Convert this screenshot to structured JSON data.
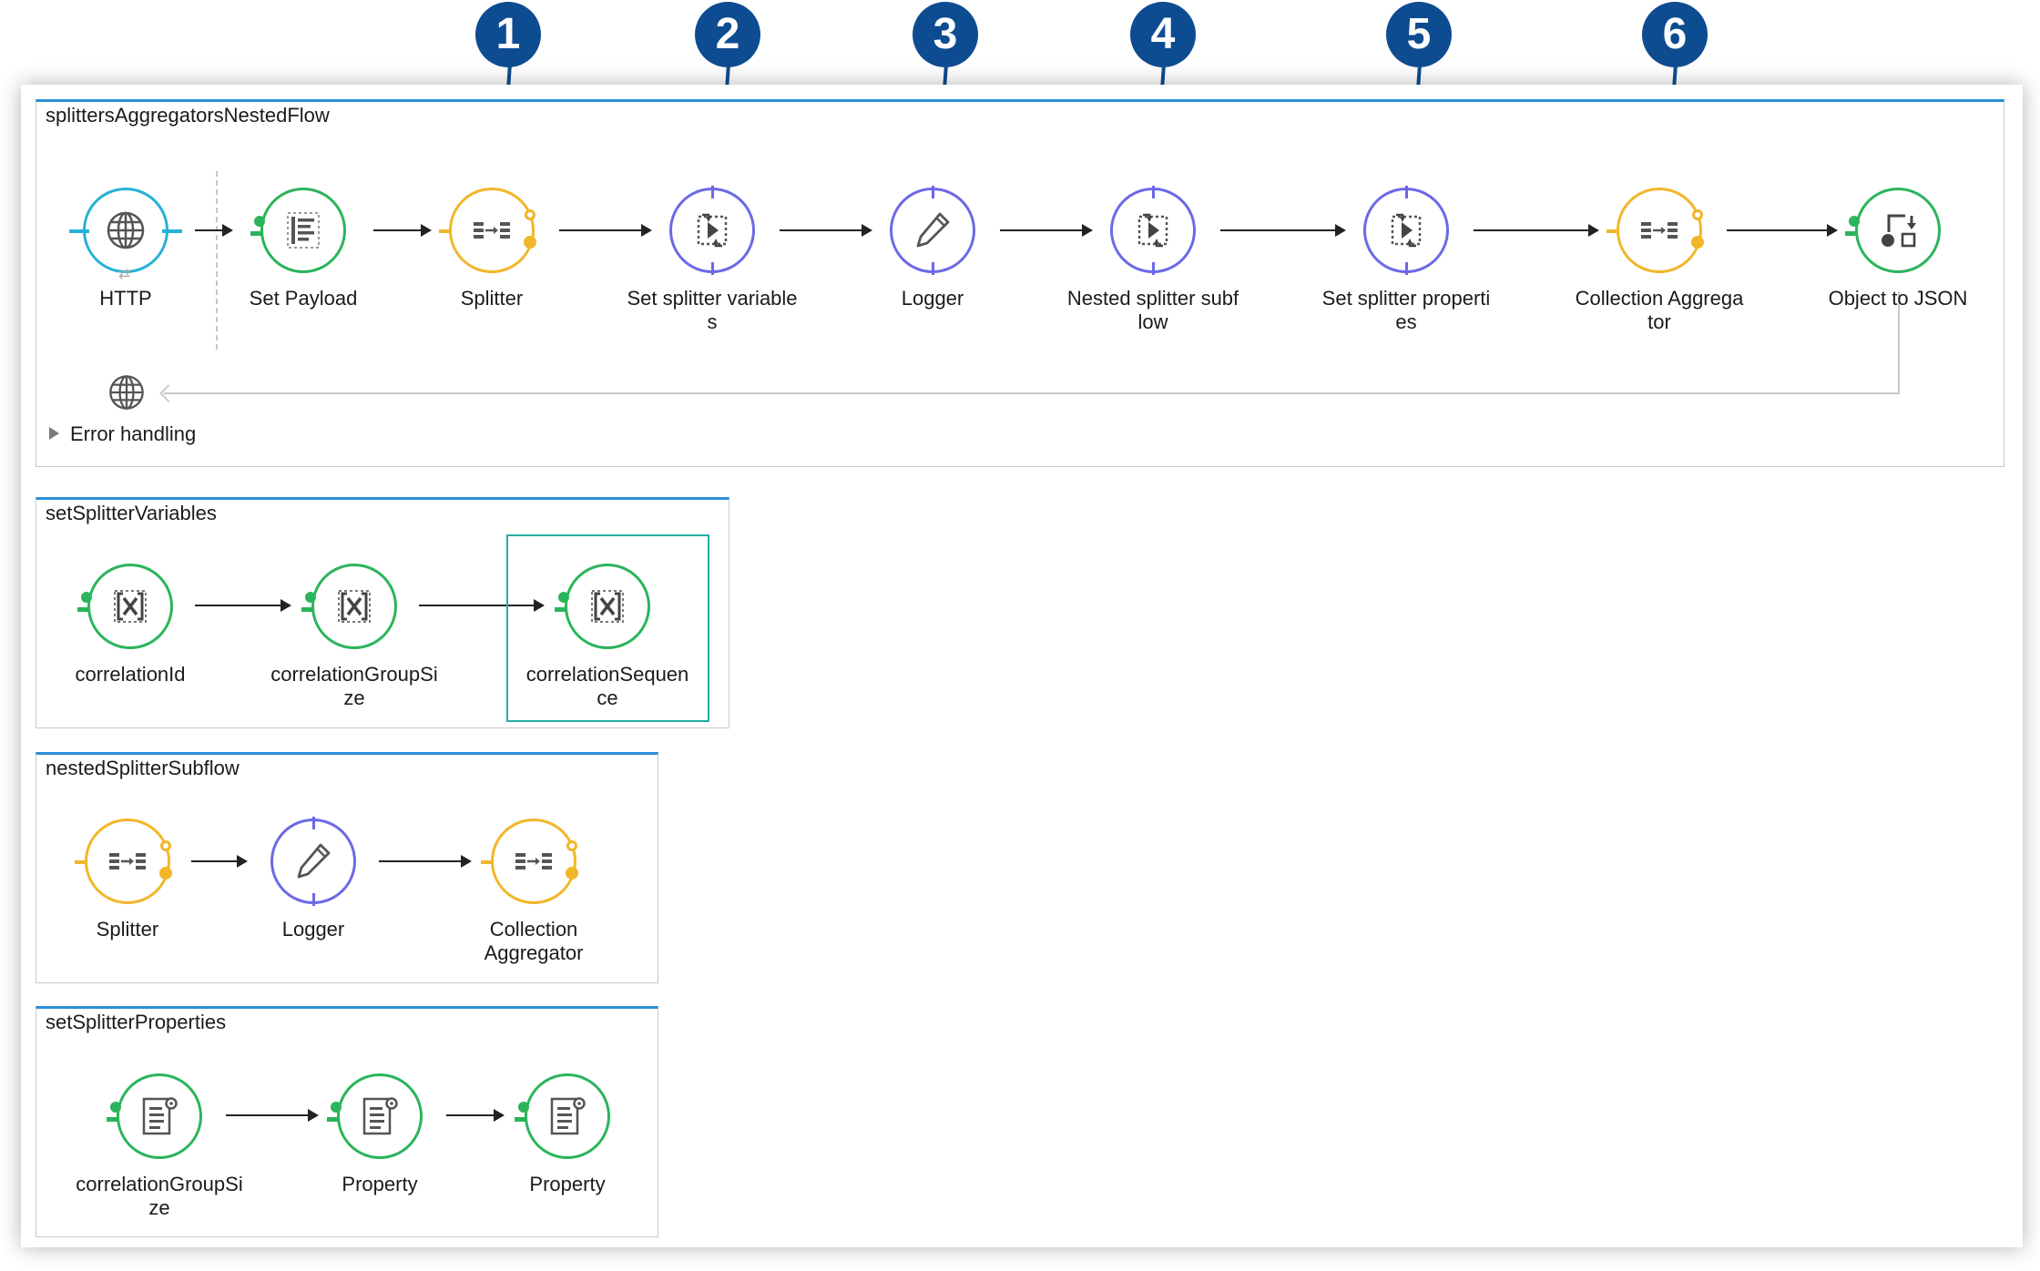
{
  "colors": {
    "callout": "#0e4c91",
    "flow_border_top": "#2c8ed8",
    "green": "#2bb45c",
    "yellow": "#f2b62a",
    "purple": "#6c69e6",
    "cyan": "#27b1d8",
    "selection": "#26ad9f"
  },
  "callouts": [
    "1",
    "2",
    "3",
    "4",
    "5",
    "6"
  ],
  "main_flow": {
    "title": "splittersAggregatorsNestedFlow",
    "error_handling_label": "Error handling",
    "nodes": [
      {
        "label": "HTTP",
        "icon": "globe-icon"
      },
      {
        "label": "Set Payload",
        "icon": "set-payload-icon"
      },
      {
        "label": "Splitter",
        "icon": "splitter-icon"
      },
      {
        "label": "Set splitter variables",
        "icon": "flow-ref-icon"
      },
      {
        "label": "Logger",
        "icon": "pencil-icon"
      },
      {
        "label": "Nested splitter subflow",
        "icon": "flow-ref-icon"
      },
      {
        "label": "Set splitter properties",
        "icon": "flow-ref-icon"
      },
      {
        "label": "Collection Aggregator",
        "icon": "aggregator-icon"
      },
      {
        "label": "Object to JSON",
        "icon": "transformer-icon"
      }
    ]
  },
  "set_splitter_variables": {
    "title": "setSplitterVariables",
    "nodes": [
      {
        "label": "correlationId",
        "icon": "variable-icon"
      },
      {
        "label": "correlationGroupSi\nze",
        "icon": "variable-icon"
      },
      {
        "label": "correlationSequen\nce",
        "icon": "variable-icon"
      }
    ]
  },
  "nested_splitter_subflow": {
    "title": "nestedSplitterSubflow",
    "nodes": [
      {
        "label": "Splitter",
        "icon": "splitter-icon"
      },
      {
        "label": "Logger",
        "icon": "pencil-icon"
      },
      {
        "label": "Collection\nAggregator",
        "icon": "aggregator-icon"
      }
    ]
  },
  "set_splitter_properties": {
    "title": "setSplitterProperties",
    "nodes": [
      {
        "label": "correlationGroupSi\nze",
        "icon": "property-icon"
      },
      {
        "label": "Property",
        "icon": "property-icon"
      },
      {
        "label": "Property",
        "icon": "property-icon"
      }
    ]
  }
}
